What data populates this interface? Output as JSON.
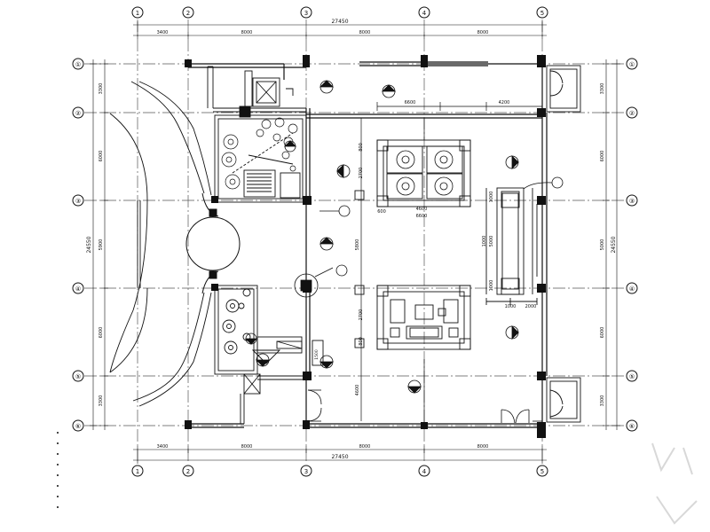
{
  "grid": {
    "columns": [
      "1",
      "2",
      "3",
      "4",
      "5"
    ],
    "rows": [
      "①",
      "②",
      "③",
      "④",
      "⑤",
      "⑥"
    ]
  },
  "top_dims": {
    "total": "27450",
    "segments": [
      "3400",
      "8000",
      "8000",
      "8000"
    ]
  },
  "bottom_dims": {
    "total": "27450",
    "segments": [
      "3400",
      "8000",
      "8000",
      "8000"
    ]
  },
  "left_dims": {
    "total": "24550",
    "segments": [
      "3300",
      "6000",
      "5900",
      "6000",
      "3300"
    ]
  },
  "right_dims": {
    "total": "24550",
    "segments": [
      "3300",
      "6000",
      "5000",
      "6000",
      "3300"
    ]
  },
  "interior_dims": {
    "upper_span": "6600",
    "upper_right": "4200",
    "table_w1": "4600",
    "table_w2": "6600",
    "left_a": "800",
    "left_b": "2700",
    "left_c": "600",
    "center_h": "5800",
    "lower_h": "4600",
    "lower_b": "2700",
    "lower_c": "800",
    "lower_w": "1500",
    "right_a": "1000",
    "right_b": "2000",
    "v1": "1000",
    "v2": "5000",
    "v3": "1000",
    "v4": "1000"
  }
}
